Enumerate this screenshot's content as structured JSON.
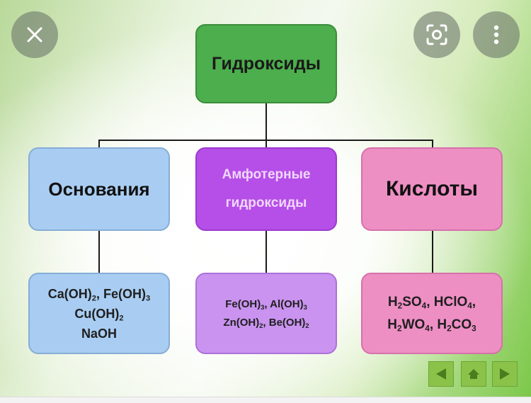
{
  "diagram": {
    "root": "Гидроксиды",
    "categories": [
      {
        "label": "Основания"
      },
      {
        "label_lines": [
          "Амфотерные",
          "гидроксиды"
        ]
      },
      {
        "label": "Кислоты"
      }
    ],
    "examples": {
      "bases": {
        "line1": [
          {
            "t": "Ca(OH)"
          },
          {
            "s": "2"
          },
          {
            "t": ", Fe(OH)"
          },
          {
            "s": "3"
          }
        ],
        "line2": [
          {
            "t": "Cu(OH)"
          },
          {
            "s": "2"
          }
        ],
        "line3": [
          {
            "t": "NaOH"
          }
        ]
      },
      "amphoteric": {
        "line1": [
          {
            "t": "Fe(OH)"
          },
          {
            "s": "3"
          },
          {
            "t": ", Al(OH)"
          },
          {
            "s": "3"
          }
        ],
        "line2": [
          {
            "t": "Zn(OH)"
          },
          {
            "s": "2"
          },
          {
            "t": ", Be(OH)"
          },
          {
            "s": "2"
          }
        ]
      },
      "acids": {
        "line1": [
          {
            "t": "H"
          },
          {
            "s": "2"
          },
          {
            "t": "SO"
          },
          {
            "s": "4"
          },
          {
            "t": ", HClO"
          },
          {
            "s": "4"
          },
          {
            "t": ","
          }
        ],
        "line2": [
          {
            "t": "H"
          },
          {
            "s": "2"
          },
          {
            "t": "WO"
          },
          {
            "s": "4"
          },
          {
            "t": ", H"
          },
          {
            "s": "2"
          },
          {
            "t": "CO"
          },
          {
            "s": "3"
          }
        ]
      }
    },
    "colors": {
      "root": "#4cae4c",
      "bases": "#a9cdf2",
      "amphoteric": "#b64ee8",
      "acids": "#ee8fc4"
    }
  },
  "overlay": {
    "close_icon": "close-icon",
    "lens_icon": "lens-search-icon",
    "more_icon": "more-vertical-icon"
  },
  "navigation": {
    "prev_icon": "triangle-left-icon",
    "home_icon": "home-icon",
    "next_icon": "triangle-right-icon"
  }
}
